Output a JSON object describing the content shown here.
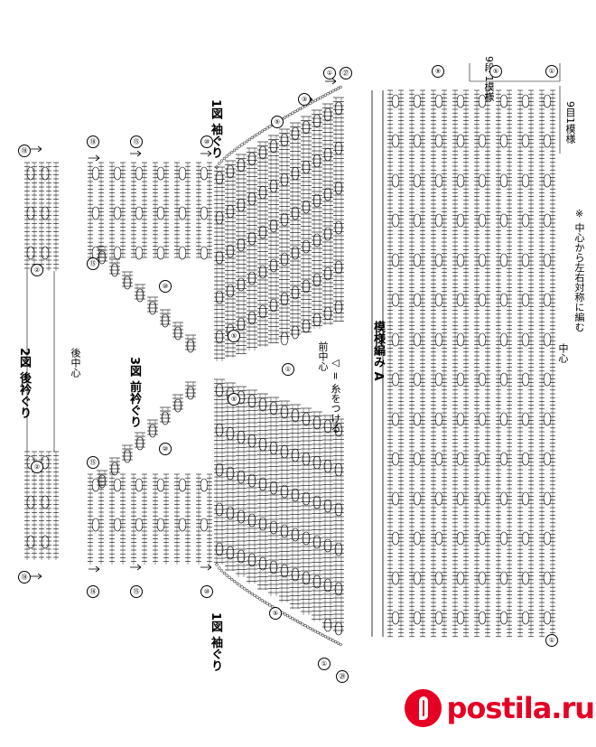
{
  "labels": {
    "fig2_title": "2図 後衿ぐり",
    "fig3_title": "3図 前衿ぐり",
    "fig1_top_title": "1図 袖ぐり",
    "fig1_bottom_title": "1図 袖ぐり",
    "pattern_a": "模様編み A",
    "back_center": "後中心",
    "front_center": "前中心",
    "attach_thread": "◁ = 糸をつける",
    "center": "中心",
    "symmetric_note": "※ 中心から左右対称に編む",
    "rows_per_repeat": "9段 1模様",
    "stitches_per_repeat": "9目1模様"
  },
  "row_markers": [
    "⑱",
    "⑮",
    "⑩",
    "⑤",
    "①",
    "②",
    "③",
    "⑨",
    "㉗",
    "㉙"
  ],
  "colors": {
    "ink": "#000000",
    "paper": "#ffffff",
    "brand": "#e60023"
  },
  "watermark": {
    "logo_icon": "pin-logo-icon",
    "text": "postila.ru"
  }
}
